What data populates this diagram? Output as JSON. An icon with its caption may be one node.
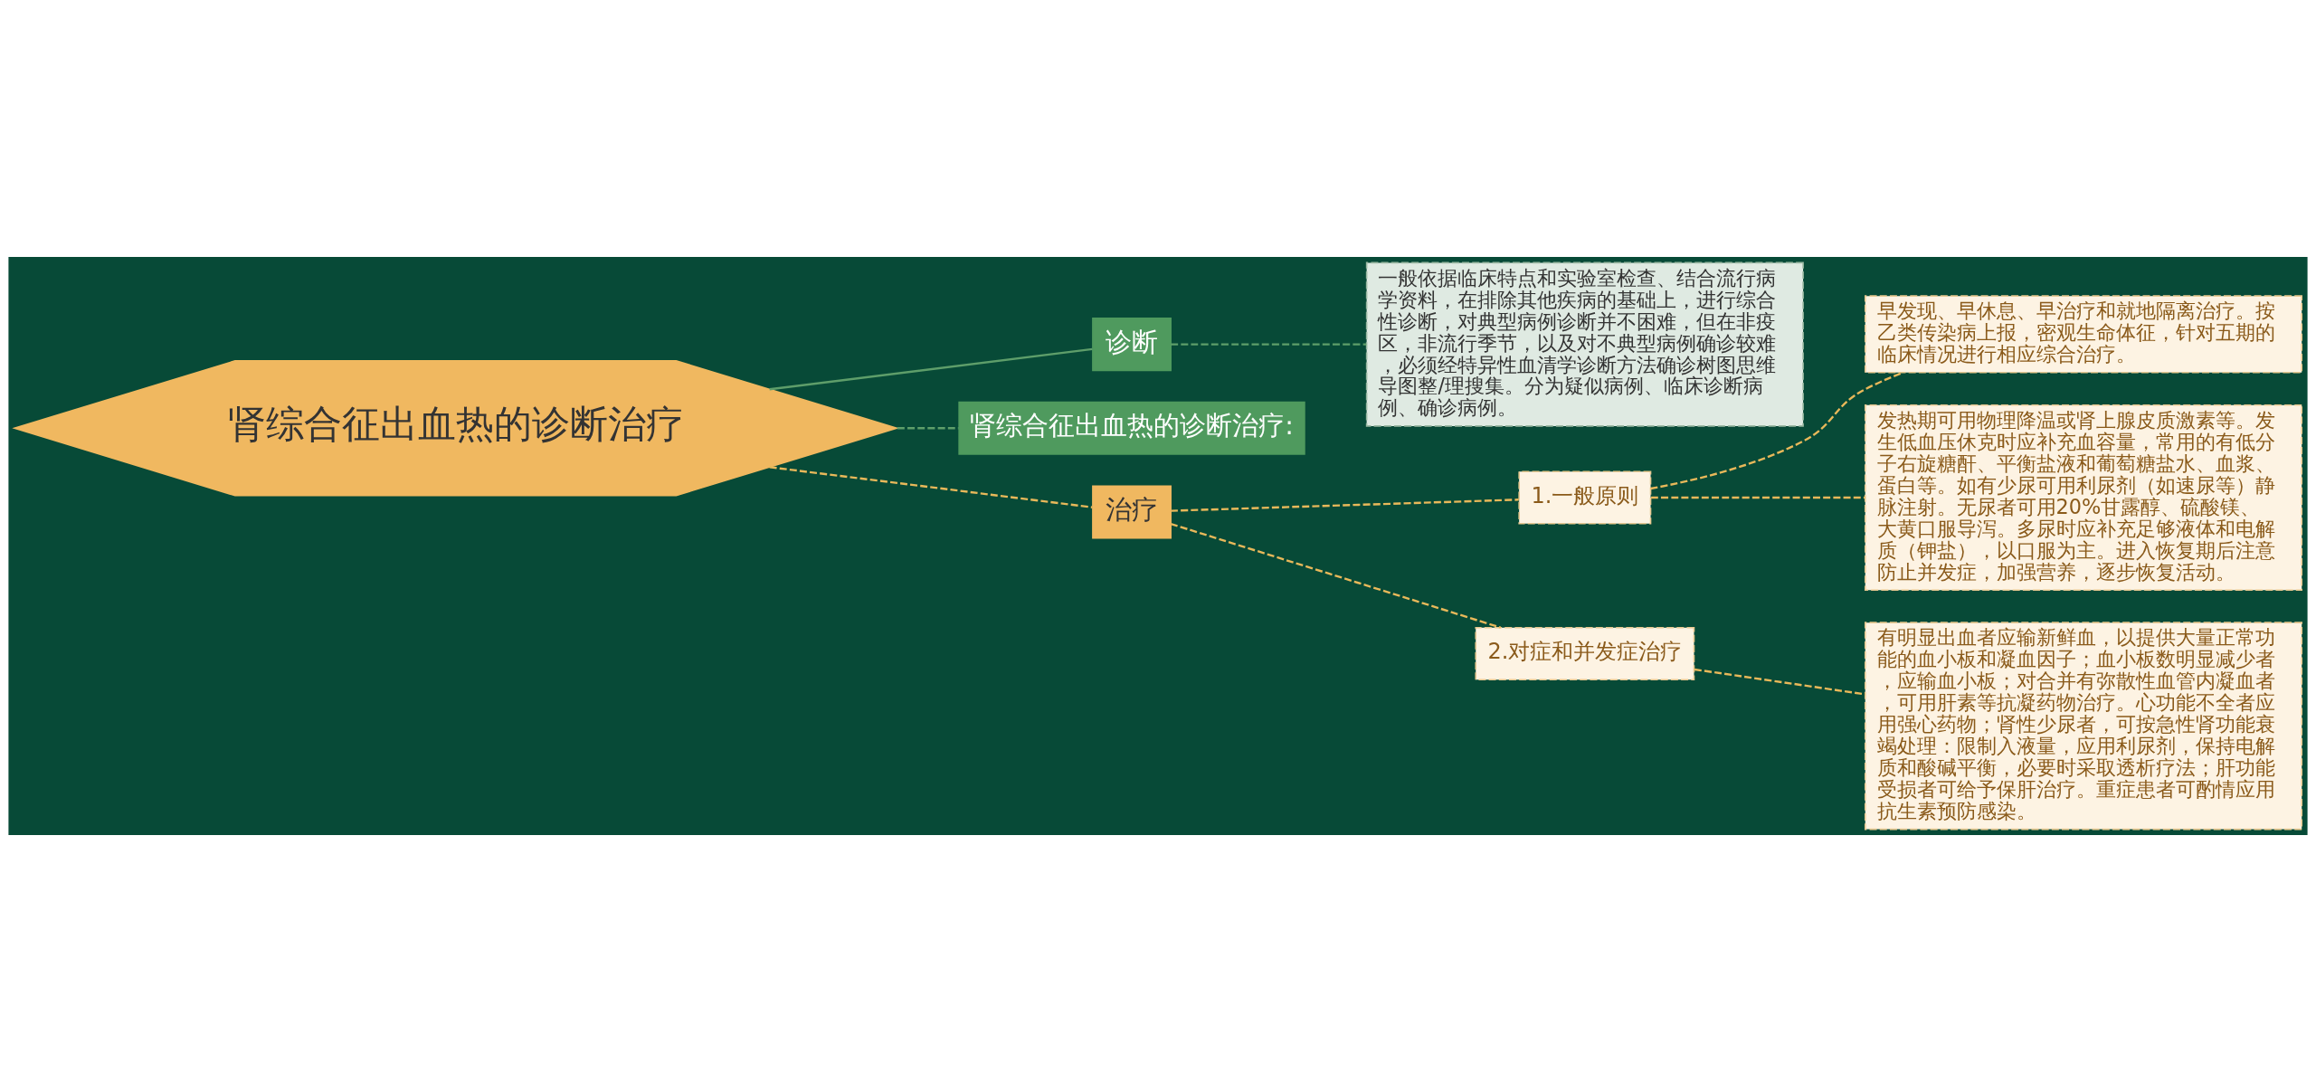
{
  "diagram": {
    "nodes": [
      {
        "text": [
          "肾综合征出血热的诊断治疗"
        ]
      },
      {
        "text": [
          "诊断"
        ]
      },
      {
        "text": [
          "一般依据临床特点和实验室检查、结合流行病学资料，在排除其他疾病的基础上，进行综合性诊断，对典型病例诊断并不困难，但在非疫区，非流行季节，以及对不典型病例确诊较难，必须经特异性血清学诊断方法确诊树图思维导图整/理搜集。分为疑似病例、临床诊断病例、确诊病例。"
        ]
      },
      {
        "text": [
          "肾综合征出血热的诊断治疗:"
        ]
      },
      {
        "text": [
          "治疗"
        ]
      },
      {
        "text": [
          "1.一般原则"
        ]
      },
      {
        "text": [
          "早发现、早休息、早治疗和就地隔离治疗。按乙类传染病上报，密观生命体征，针对五期的临床情况进行相应综合治疗。"
        ]
      },
      {
        "text": [
          "发热期可用物理降温或肾上腺皮质激素等。发生低血压休克时应补充血容量，常用的有低分子右旋糖酐、平衡盐液和葡萄糖盐水、血浆、蛋白等。如有少尿可用利尿剂（如速尿等）静脉注射。无尿者可用20%甘露醇、硫酸镁、大黄口服导泻。多尿时应补充足够液体和电解质（钾盐），以口服为主。进入恢复期后注意防止并发症，加强营养，逐步恢复活动。"
        ]
      },
      {
        "text": [
          "2.对症和并发症治疗"
        ]
      },
      {
        "text": [
          "有明显出血者应输新鲜血，以提供大量正常功能的血小板和凝血因子；血小板数明显减少者，应输血小板；对合并有弥散性血管内凝血者，可用肝素等抗凝药物治疗。心功能不全者应用强心药物；肾性少尿者，可按急性肾功能衰竭处理：限制入液量，应用利尿剂，保持电解质和酸碱平衡，必要时采取透析疗法；肝功能受损者可给予保肝治疗。重症患者可酌情应用抗生素预防感染。"
        ]
      }
    ],
    "edges": [
      {
        "from": 0,
        "to": 1,
        "arrow": "none",
        "color": "#5e9e6a"
      },
      {
        "from": 1,
        "to": 2,
        "arrow": "none",
        "style": "dashed",
        "color": "#5e9e6a"
      },
      {
        "from": 0,
        "to": 3,
        "arrow": "none",
        "style": "dashed",
        "color": "#5e9e6a"
      },
      {
        "from": 0,
        "to": 4,
        "arrow": "none",
        "style": "dashed"
      },
      {
        "from": 4,
        "to": 5,
        "arrow": "none",
        "style": "dashed"
      },
      {
        "from": 5,
        "to": 6,
        "arrow": "none",
        "style": "dashed"
      },
      {
        "from": 5,
        "to": 7,
        "arrow": "none",
        "style": "dashed"
      },
      {
        "from": 4,
        "to": 8,
        "arrow": "none",
        "style": "dashed"
      },
      {
        "from": 8,
        "to": 9,
        "arrow": "none",
        "style": "dashed"
      }
    ]
  }
}
